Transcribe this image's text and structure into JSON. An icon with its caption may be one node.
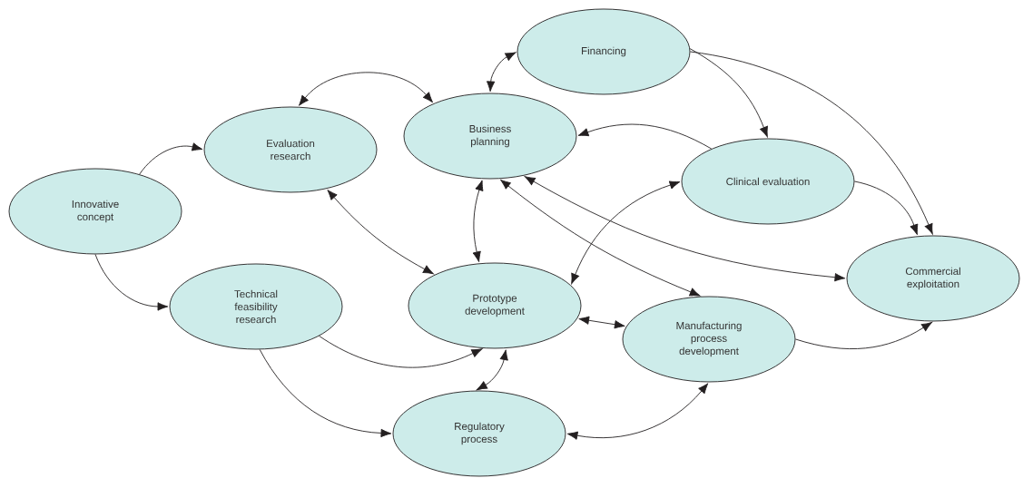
{
  "diagram": {
    "nodes": [
      {
        "text": [
          "Innovative concept"
        ]
      },
      {
        "text": [
          "Evaluation research"
        ]
      },
      {
        "text": [
          "Technical feasibility research"
        ]
      },
      {
        "text": [
          "Business planning"
        ]
      },
      {
        "text": [
          "Financing"
        ]
      },
      {
        "text": [
          "Clinical evaluation"
        ]
      },
      {
        "text": [
          "Prototype development"
        ]
      },
      {
        "text": [
          "Commercial exploitation"
        ]
      },
      {
        "text": [
          "Manufacturing process development"
        ]
      },
      {
        "text": [
          "Regulatory process"
        ]
      }
    ],
    "edges": [
      {
        "from": 0,
        "to": 1,
        "arrow": "to"
      },
      {
        "from": 0,
        "to": 2,
        "arrow": "to"
      },
      {
        "from": 1,
        "to": 3,
        "arrow": "both"
      },
      {
        "from": 3,
        "to": 4,
        "arrow": "both"
      },
      {
        "from": 1,
        "to": 6,
        "arrow": "both"
      },
      {
        "from": 3,
        "to": 6,
        "arrow": "both"
      },
      {
        "from": 4,
        "to": 5,
        "arrow": "to"
      },
      {
        "from": 4,
        "to": 7,
        "arrow": "to"
      },
      {
        "from": 5,
        "to": 3,
        "arrow": "to"
      },
      {
        "from": 5,
        "to": 7,
        "arrow": "to"
      },
      {
        "from": 5,
        "to": 6,
        "arrow": "both"
      },
      {
        "from": 3,
        "to": 7,
        "arrow": "both"
      },
      {
        "from": 3,
        "to": 8,
        "arrow": "both"
      },
      {
        "from": 6,
        "to": 8,
        "arrow": "both"
      },
      {
        "from": 2,
        "to": 6,
        "arrow": "to"
      },
      {
        "from": 9,
        "to": 6,
        "arrow": "both"
      },
      {
        "from": 2,
        "to": 9,
        "arrow": "to"
      },
      {
        "from": 8,
        "to": 9,
        "arrow": "both"
      },
      {
        "from": 8,
        "to": 7,
        "arrow": "to"
      }
    ]
  }
}
